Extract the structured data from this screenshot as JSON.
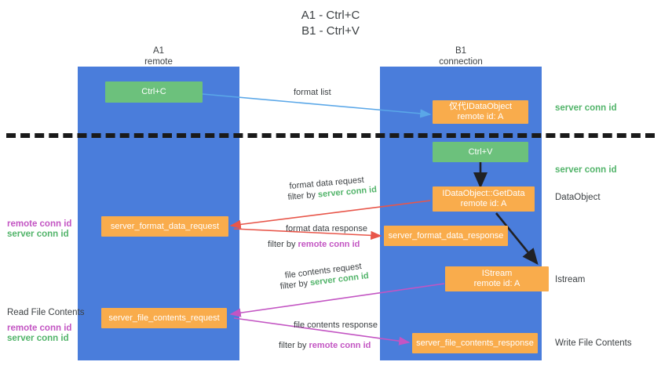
{
  "title": {
    "line1": "A1 - Ctrl+C",
    "line2": "B1 - Ctrl+V"
  },
  "lanes": [
    {
      "id": "a1",
      "name": "A1",
      "sub": "remote",
      "color": "#4a7ddb"
    },
    {
      "id": "b1",
      "name": "B1",
      "sub": "connection",
      "color": "#4a7ddb"
    }
  ],
  "colors": {
    "lane": "#4a7ddb",
    "green_node": "#6cc17c",
    "orange_node": "#f9ac4c",
    "server_conn_id": "#52b46a",
    "remote_conn_id": "#c355c3",
    "arrow_blue": "#5aa7e8",
    "arrow_red": "#e8564a",
    "arrow_magenta": "#c355c3",
    "arrow_black": "#202124",
    "divider": "#1a1a1a"
  },
  "nodes": {
    "ctrl_c": {
      "label": "Ctrl+C"
    },
    "idataobject": {
      "line1": "仅代IDataObject",
      "line2": "remote id: A"
    },
    "ctrl_v": {
      "label": "Ctrl+V"
    },
    "getdata": {
      "line1": "IDataObject::GetData",
      "line2": "remote id: A"
    },
    "server_format_data_request": {
      "label": "server_format_data_request"
    },
    "server_format_data_response": {
      "label": "server_format_data_response"
    },
    "istream": {
      "line1": "IStream",
      "line2": "remote id: A"
    },
    "server_file_contents_request": {
      "label": "server_file_contents_request"
    },
    "server_file_contents_response": {
      "label": "server_file_contents_response"
    }
  },
  "edge_labels": {
    "format_list": "format list",
    "format_data_request": "format data request",
    "format_data_request_filter_prefix": "filter by ",
    "format_data_request_filter_value": "server conn id",
    "format_data_response": "format data response",
    "format_data_response_filter_prefix": "filter by ",
    "format_data_response_filter_value": "remote conn id",
    "file_contents_request": "file contents request",
    "file_contents_request_filter_prefix": "filter by ",
    "file_contents_request_filter_value": "server conn id",
    "file_contents_response": "file contents response",
    "file_contents_response_filter_prefix": "filter by ",
    "file_contents_response_filter_value": "remote conn id"
  },
  "right_annotations": {
    "server_conn_id_top": "server conn id",
    "server_conn_id_mid": "server conn id",
    "dataobject": "DataObject",
    "istream": "Istream",
    "write_file_contents": "Write File Contents"
  },
  "left_annotations": {
    "remote_conn_id_1": "remote conn id",
    "server_conn_id_1": "server conn id",
    "read_file_contents": "Read File Contents",
    "remote_conn_id_2": "remote conn id",
    "server_conn_id_2": "server conn id"
  }
}
